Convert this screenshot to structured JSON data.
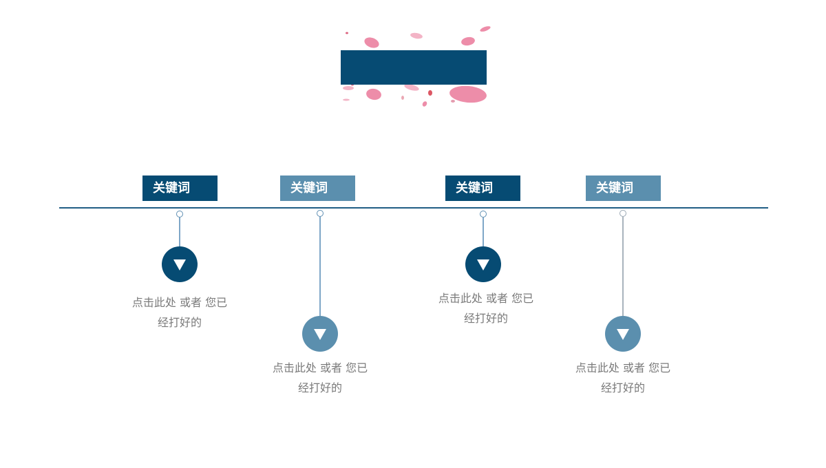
{
  "colors": {
    "primary": "#064b73",
    "secondary": "#5b8fae",
    "line": "#1f5d84",
    "caption": "#7a7a7a",
    "petal": "#ea7a9b"
  },
  "timeline": {
    "items": [
      {
        "keyword": "关键词",
        "caption_line1": "点击此处  或者  您已",
        "caption_line2": "经打好的",
        "icon": "triangle-down-icon"
      },
      {
        "keyword": "关键词",
        "caption_line1": "点击此处  或者  您已",
        "caption_line2": "经打好的",
        "icon": "triangle-down-icon"
      },
      {
        "keyword": "关键词",
        "caption_line1": "点击此处  或者  您已",
        "caption_line2": "经打好的",
        "icon": "triangle-down-icon"
      },
      {
        "keyword": "关键词",
        "caption_line1": "点击此处  或者  您已",
        "caption_line2": "经打好的",
        "icon": "triangle-down-icon"
      }
    ]
  }
}
